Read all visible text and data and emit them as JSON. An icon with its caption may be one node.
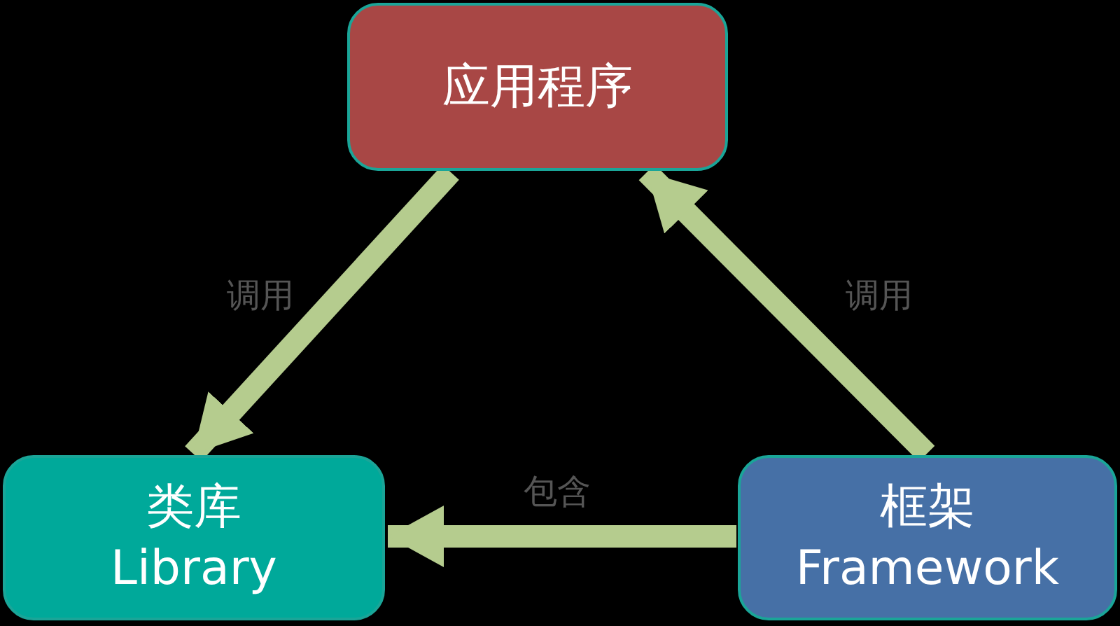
{
  "diagram": {
    "nodes": [
      {
        "text": [
          "应用程序"
        ]
      },
      {
        "text": [
          "类库",
          "Library"
        ]
      },
      {
        "text": [
          "框架",
          "Framework"
        ]
      }
    ],
    "edges": [
      {
        "from": 0,
        "to": 1,
        "arrow": "to",
        "label": "调用"
      },
      {
        "from": 2,
        "to": 0,
        "arrow": "to",
        "label": "调用"
      },
      {
        "from": 2,
        "to": 1,
        "arrow": "to",
        "label": "包含"
      }
    ]
  }
}
